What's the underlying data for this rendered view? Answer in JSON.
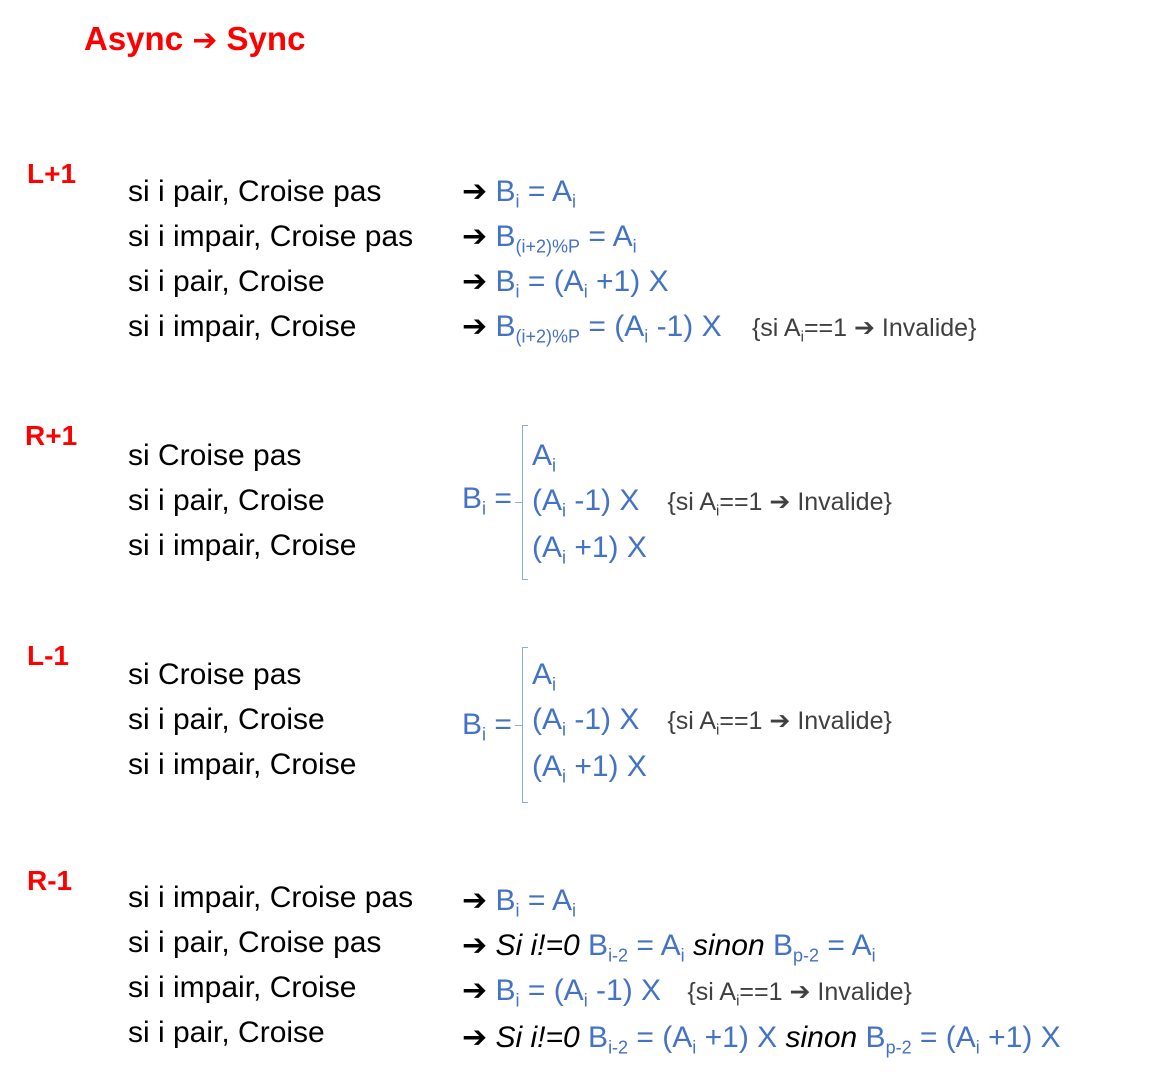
{
  "title": {
    "left": "Async",
    "arrow": "➔",
    "right": "Sync"
  },
  "sections": {
    "l_plus_1": {
      "label": "L+1",
      "conds": [
        "si i pair, Croise pas",
        "si i impair, Croise pas",
        "si i pair, Croise",
        "si i impair, Croise"
      ],
      "r0": {
        "b": "B",
        "bsub": "i",
        "eq": " = A",
        "asub": "i"
      },
      "r1": {
        "b": "B",
        "bsub": "(i+2)%P",
        "eq": " = A",
        "asub": "i"
      },
      "r2": {
        "b": "B",
        "bsub": "i",
        "eq": " = (A",
        "asub": "i",
        "tail": " +1) X"
      },
      "r3": {
        "b": "B",
        "bsub": "(i+2)%P",
        "eq": " = (A",
        "asub": "i",
        "tail": " -1) X"
      },
      "note": {
        "pre": "{si A",
        "sub": "i",
        "post": "==1 ",
        "arrow": "➔",
        "end": " Invalide}"
      }
    },
    "r_plus_1": {
      "label": "R+1",
      "conds": [
        "si Croise pas",
        "si i pair, Croise",
        "si i impair, Croise"
      ],
      "lhs": {
        "b": "B",
        "sub": "i",
        "eq": " ="
      },
      "opts": [
        {
          "pre": "A",
          "sub": "i",
          "post": ""
        },
        {
          "pre": "(A",
          "sub": "i",
          "post": " -1) X"
        },
        {
          "pre": "(A",
          "sub": "i",
          "post": " +1) X"
        }
      ],
      "note": {
        "pre": "{si A",
        "sub": "i",
        "post": "==1 ",
        "arrow": "➔",
        "end": " Invalide}"
      }
    },
    "l_minus_1": {
      "label": "L-1",
      "conds": [
        "si Croise pas",
        "si i pair, Croise",
        "si i impair, Croise"
      ],
      "lhs": {
        "b": "B",
        "sub": "i",
        "eq": " ="
      },
      "opts": [
        {
          "pre": "A",
          "sub": "i",
          "post": ""
        },
        {
          "pre": "(A",
          "sub": "i",
          "post": " -1) X"
        },
        {
          "pre": "(A",
          "sub": "i",
          "post": " +1) X"
        }
      ],
      "note": {
        "pre": "{si A",
        "sub": "i",
        "post": "==1 ",
        "arrow": "➔",
        "end": " Invalide}"
      }
    },
    "r_minus_1": {
      "label": "R-1",
      "conds": [
        "si i impair, Croise pas",
        "si i pair, Croise pas",
        "si i impair, Croise",
        "si i pair, Croise"
      ],
      "r0": {
        "b": "B",
        "bsub": "i",
        "eq": " = A",
        "asub": "i"
      },
      "r1": {
        "if": "Si i!=0 ",
        "b": "B",
        "bsub": "i-2",
        "eq": " = A",
        "asub": "i",
        "else": " sinon ",
        "b2": "B",
        "bsub2": "p-2",
        "eq2": " = A",
        "asub2": "i"
      },
      "r2": {
        "b": "B",
        "bsub": "i",
        "eq": " = (A",
        "asub": "i",
        "tail": " -1) X"
      },
      "r3": {
        "if": "Si i!=0 ",
        "b": "B",
        "bsub": "i-2",
        "eq": " = (A",
        "asub": "i",
        "tail": " +1) X",
        "else": " sinon ",
        "b2": "B",
        "bsub2": "p-2",
        "eq2": " = (A",
        "asub2": "i",
        "tail2": " +1) X"
      },
      "note": {
        "pre": "{si A",
        "sub": "i",
        "post": "==1 ",
        "arrow": "➔",
        "end": " Invalide}"
      }
    }
  },
  "arrow_glyph": "➔"
}
